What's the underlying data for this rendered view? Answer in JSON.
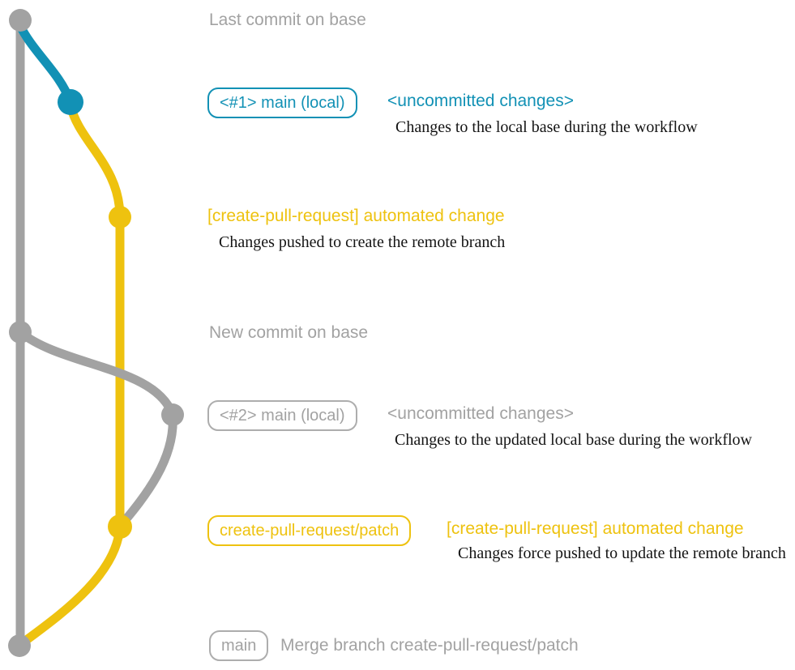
{
  "colors": {
    "gray": "#a2a2a2",
    "blue": "#1291b5",
    "yellow": "#eec20f",
    "desc_text": "#141414"
  },
  "graph": {
    "base_branch": "base",
    "nodes": [
      {
        "name": "last-commit-on-base",
        "color": "gray"
      },
      {
        "name": "local-main-commit-1",
        "color": "blue"
      },
      {
        "name": "create-pull-request-commit-1",
        "color": "yellow"
      },
      {
        "name": "new-commit-on-base",
        "color": "gray"
      },
      {
        "name": "local-main-commit-2",
        "color": "gray"
      },
      {
        "name": "create-pull-request-commit-2",
        "color": "yellow"
      },
      {
        "name": "merge-commit",
        "color": "gray"
      }
    ]
  },
  "annotations": {
    "last_commit_heading": "Last commit on base",
    "row1": {
      "badge": "<#1> main (local)",
      "note": "<uncommitted changes>",
      "desc": "Changes to the local base during the workflow"
    },
    "row2": {
      "title": "[create-pull-request] automated change",
      "desc": "Changes pushed to create the remote branch"
    },
    "new_commit_heading": "New commit on base",
    "row3": {
      "badge": "<#2> main (local)",
      "note": "<uncommitted changes>",
      "desc": "Changes to the updated local base during the workflow"
    },
    "row4": {
      "badge": "create-pull-request/patch",
      "note": "[create-pull-request] automated change",
      "desc": "Changes force pushed to update the remote branch"
    },
    "row5": {
      "badge": "main",
      "note": "Merge branch create-pull-request/patch"
    }
  }
}
